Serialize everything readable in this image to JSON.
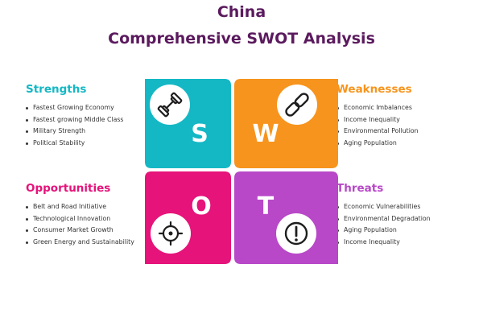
{
  "title_line1": "China",
  "title_line2": "Comprehensive SWOT Analysis",
  "sections": {
    "strengths": {
      "heading": "Strengths",
      "color": "#14b8c4",
      "items": [
        "Fastest Growing Economy",
        "Fastest growing Middle Class",
        "Military Strength",
        "Political Stability"
      ]
    },
    "weaknesses": {
      "heading": "Weaknesses",
      "color": "#f7941d",
      "items": [
        "Economic Imbalances",
        "Income Inequality",
        "Environmental Pollution",
        "Aging Population"
      ]
    },
    "opportunities": {
      "heading": "Opportunities",
      "color": "#e6137a",
      "items": [
        "Belt and Road Initiative",
        "Technological Innovation",
        "Consumer Market Growth",
        "Green Energy and Sustainability"
      ]
    },
    "threats": {
      "heading": "Threats",
      "color": "#b848c8",
      "items": [
        "Economic Vulnerabilities",
        "Environmental Degradation",
        "Aging Population",
        "Income Inequality"
      ]
    }
  },
  "quadrants": {
    "s": {
      "letter": "S",
      "icon": "dumbbell-icon"
    },
    "w": {
      "letter": "W",
      "icon": "link-chain-icon"
    },
    "o": {
      "letter": "O",
      "icon": "target-crosshair-icon"
    },
    "t": {
      "letter": "T",
      "icon": "exclamation-icon"
    }
  },
  "colors": {
    "title": "#5b1a5e",
    "icon_stroke": "#1e1e1e"
  }
}
